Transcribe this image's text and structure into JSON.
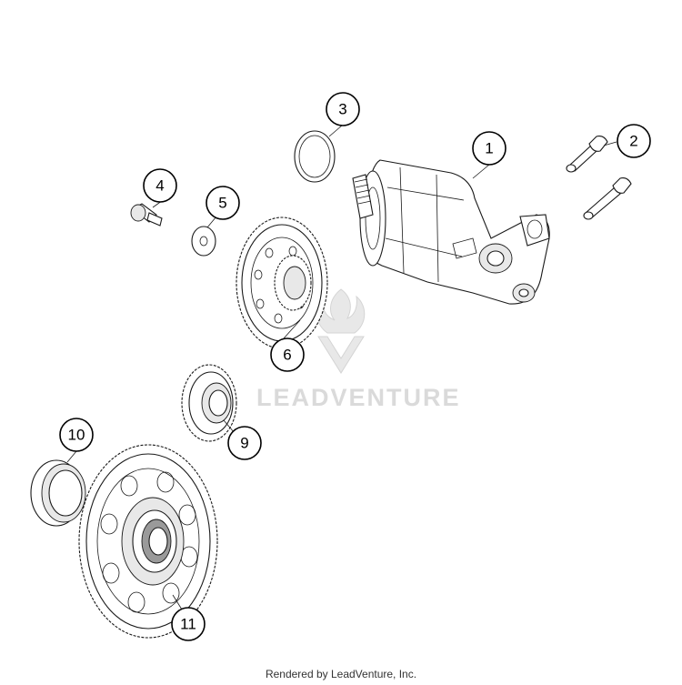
{
  "diagram": {
    "callouts": [
      "1",
      "2",
      "3",
      "4",
      "5",
      "6",
      "9",
      "10",
      "11"
    ]
  },
  "watermark": {
    "text": "LEADVENTURE"
  },
  "credit": {
    "text": "Rendered by LeadVenture, Inc."
  }
}
